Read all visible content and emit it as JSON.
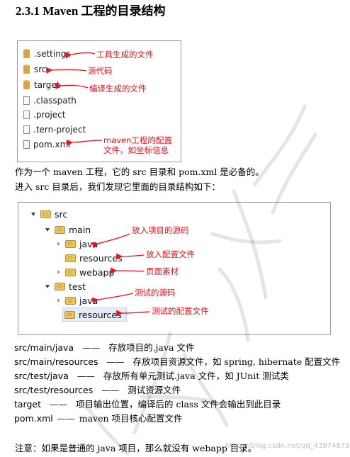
{
  "heading": "2.3.1  Maven 工程的目录结构",
  "figure1": {
    "items": [
      {
        "name": ".settings",
        "kind": "folder",
        "note": "工具生成的文件"
      },
      {
        "name": "src",
        "kind": "folder",
        "note": "源代码"
      },
      {
        "name": "target",
        "kind": "folder",
        "note": "编译生成的文件"
      },
      {
        "name": ".classpath",
        "kind": "file",
        "note": ""
      },
      {
        "name": ".project",
        "kind": "file",
        "note": ""
      },
      {
        "name": ".tern-project",
        "kind": "file",
        "note": ""
      },
      {
        "name": "pom.xml",
        "kind": "pom",
        "note": ""
      }
    ],
    "pom_note_line1": "maven工程的配置",
    "pom_note_line2": "文件，如坐标信息"
  },
  "para1": "作为一个 maven 工程，它的 src 目录和 pom.xml 是必备的。",
  "para2": "进入 src 目录后，我们发现它里面的目录结构如下：",
  "figure2": {
    "src": "src",
    "main": "main",
    "main_java": "java",
    "main_resources": "resources",
    "webapp": "webapp",
    "test": "test",
    "test_java": "java",
    "test_resources": "resources",
    "notes": {
      "main_java": "放入项目的源码",
      "main_resources": "放入配置文件",
      "webapp": "页面素材",
      "test_java": "测试的源码",
      "test_resources": "测试的配置文件"
    }
  },
  "desc": [
    {
      "path": "src/main/java",
      "sep": "——",
      "text": "存放项目的.java 文件"
    },
    {
      "path": "src/main/resources",
      "sep": "——",
      "text": "存放项目资源文件，如 spring, hibernate 配置文件"
    },
    {
      "path": "src/test/java",
      "sep": "——",
      "text": "存放所有单元测试.java 文件，如 JUnit 测试类"
    },
    {
      "path": "src/test/resources",
      "sep": "——",
      "text": "测试资源文件"
    },
    {
      "path": "target",
      "sep": "——",
      "text": "项目输出位置，编译后的 class 文件会输出到此目录"
    },
    {
      "path": "pom.xml",
      "sep": "——",
      "text": "maven 项目核心配置文件"
    }
  ],
  "note": "注意：如果是普通的 java 项目，那么就没有 webapp 目录。",
  "watermark": "https://blog.csdn.net/qq_43974879",
  "colors": {
    "annotation": "#e8131f",
    "folder": "#d4a83a",
    "border": "#9a9a9a"
  }
}
